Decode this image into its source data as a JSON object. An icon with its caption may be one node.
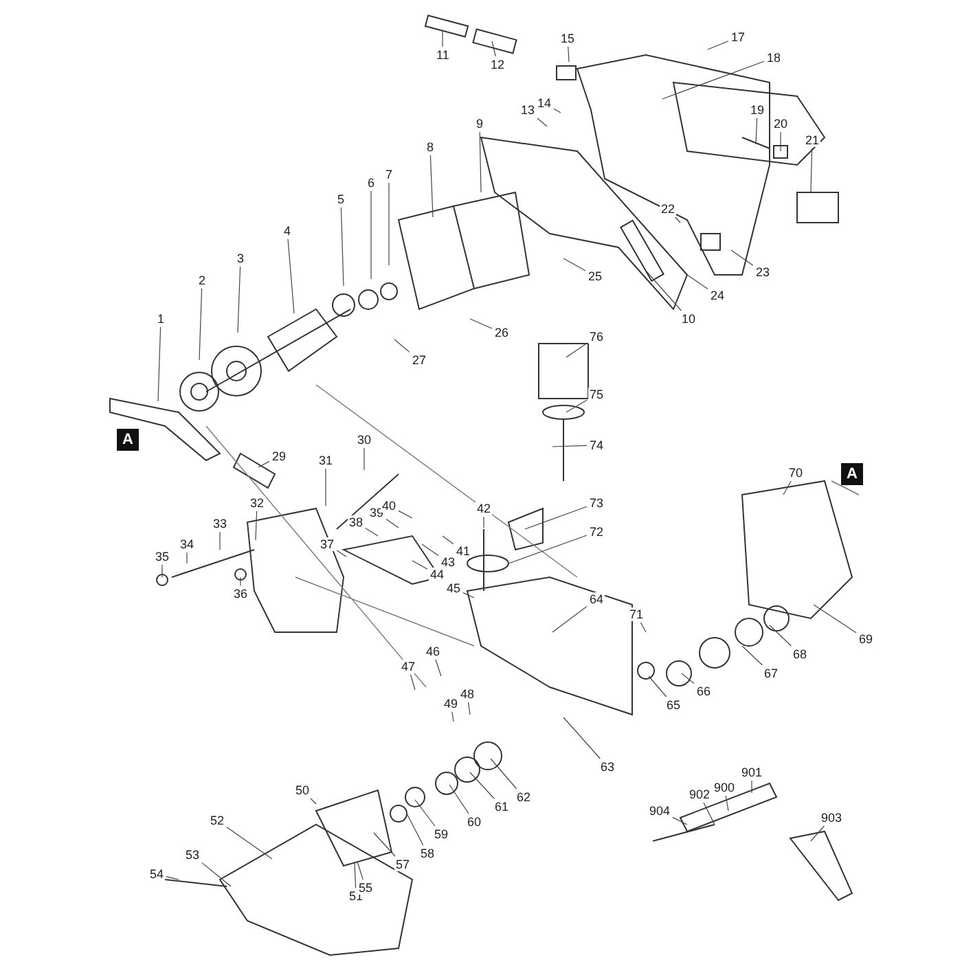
{
  "diagram": {
    "nodes": [
      {
        "text": [
          "1"
        ]
      },
      {
        "text": [
          "2"
        ]
      },
      {
        "text": [
          "3"
        ]
      },
      {
        "text": [
          "4"
        ]
      },
      {
        "text": [
          "5"
        ]
      },
      {
        "text": [
          "6"
        ]
      },
      {
        "text": [
          "7"
        ]
      },
      {
        "text": [
          "8"
        ]
      },
      {
        "text": [
          "9"
        ]
      },
      {
        "text": [
          "10"
        ]
      },
      {
        "text": [
          "11"
        ]
      },
      {
        "text": [
          "12"
        ]
      },
      {
        "text": [
          "13"
        ]
      },
      {
        "text": [
          "14"
        ]
      },
      {
        "text": [
          "15"
        ]
      },
      {
        "text": [
          "17"
        ]
      },
      {
        "text": [
          "18"
        ]
      },
      {
        "text": [
          "19"
        ]
      },
      {
        "text": [
          "20"
        ]
      },
      {
        "text": [
          "21"
        ]
      },
      {
        "text": [
          "22"
        ]
      },
      {
        "text": [
          "23"
        ]
      },
      {
        "text": [
          "24"
        ]
      },
      {
        "text": [
          "25"
        ]
      },
      {
        "text": [
          "26"
        ]
      },
      {
        "text": [
          "27"
        ]
      },
      {
        "text": [
          "29"
        ]
      },
      {
        "text": [
          "30"
        ]
      },
      {
        "text": [
          "31"
        ]
      },
      {
        "text": [
          "32"
        ]
      },
      {
        "text": [
          "33"
        ]
      },
      {
        "text": [
          "34"
        ]
      },
      {
        "text": [
          "35"
        ]
      },
      {
        "text": [
          "36"
        ]
      },
      {
        "text": [
          "37"
        ]
      },
      {
        "text": [
          "38"
        ]
      },
      {
        "text": [
          "39"
        ]
      },
      {
        "text": [
          "40"
        ]
      },
      {
        "text": [
          "41"
        ]
      },
      {
        "text": [
          "42"
        ]
      },
      {
        "text": [
          "43"
        ]
      },
      {
        "text": [
          "44"
        ]
      },
      {
        "text": [
          "45"
        ]
      },
      {
        "text": [
          "46"
        ]
      },
      {
        "text": [
          "47"
        ]
      },
      {
        "text": [
          "48"
        ]
      },
      {
        "text": [
          "49"
        ]
      },
      {
        "text": [
          "50"
        ]
      },
      {
        "text": [
          "51"
        ]
      },
      {
        "text": [
          "52"
        ]
      },
      {
        "text": [
          "53"
        ]
      },
      {
        "text": [
          "54"
        ]
      },
      {
        "text": [
          "55"
        ]
      },
      {
        "text": [
          "57"
        ]
      },
      {
        "text": [
          "58"
        ]
      },
      {
        "text": [
          "59"
        ]
      },
      {
        "text": [
          "60"
        ]
      },
      {
        "text": [
          "61"
        ]
      },
      {
        "text": [
          "62"
        ]
      },
      {
        "text": [
          "63"
        ]
      },
      {
        "text": [
          "64"
        ]
      },
      {
        "text": [
          "65"
        ]
      },
      {
        "text": [
          "66"
        ]
      },
      {
        "text": [
          "67"
        ]
      },
      {
        "text": [
          "68"
        ]
      },
      {
        "text": [
          "69"
        ]
      },
      {
        "text": [
          "70"
        ]
      },
      {
        "text": [
          "71"
        ]
      },
      {
        "text": [
          "72"
        ]
      },
      {
        "text": [
          "73"
        ]
      },
      {
        "text": [
          "74"
        ]
      },
      {
        "text": [
          "75"
        ]
      },
      {
        "text": [
          "76"
        ]
      },
      {
        "text": [
          "900"
        ]
      },
      {
        "text": [
          "901"
        ]
      },
      {
        "text": [
          "902"
        ]
      },
      {
        "text": [
          "903"
        ]
      },
      {
        "text": [
          "904"
        ]
      },
      {
        "text": [
          "A"
        ]
      },
      {
        "text": [
          "A"
        ]
      }
    ],
    "edges": [
      {
        "from": 0,
        "to": null,
        "arrow": "none"
      },
      {
        "from": 1,
        "to": null,
        "arrow": "none"
      },
      {
        "from": 2,
        "to": null,
        "arrow": "none"
      },
      {
        "from": 3,
        "to": null,
        "arrow": "none"
      },
      {
        "from": 4,
        "to": null,
        "arrow": "none"
      },
      {
        "from": 5,
        "to": null,
        "arrow": "none"
      },
      {
        "from": 6,
        "to": null,
        "arrow": "none"
      },
      {
        "from": 7,
        "to": null,
        "arrow": "none"
      },
      {
        "from": 8,
        "to": null,
        "arrow": "none"
      },
      {
        "from": 9,
        "to": null,
        "arrow": "none"
      },
      {
        "from": 10,
        "to": null,
        "arrow": "none"
      },
      {
        "from": 11,
        "to": null,
        "arrow": "none"
      },
      {
        "from": 12,
        "to": null,
        "arrow": "none"
      },
      {
        "from": 13,
        "to": null,
        "arrow": "none"
      },
      {
        "from": 14,
        "to": null,
        "arrow": "none"
      },
      {
        "from": 15,
        "to": null,
        "arrow": "none"
      },
      {
        "from": 16,
        "to": null,
        "arrow": "none"
      },
      {
        "from": 17,
        "to": null,
        "arrow": "none"
      },
      {
        "from": 18,
        "to": null,
        "arrow": "none"
      },
      {
        "from": 19,
        "to": null,
        "arrow": "none"
      },
      {
        "from": 20,
        "to": null,
        "arrow": "none"
      },
      {
        "from": 21,
        "to": null,
        "arrow": "none"
      },
      {
        "from": 22,
        "to": null,
        "arrow": "none"
      },
      {
        "from": 23,
        "to": null,
        "arrow": "none"
      },
      {
        "from": 24,
        "to": null,
        "arrow": "none"
      },
      {
        "from": 25,
        "to": null,
        "arrow": "none"
      },
      {
        "from": 26,
        "to": null,
        "arrow": "none"
      },
      {
        "from": 27,
        "to": null,
        "arrow": "none"
      },
      {
        "from": 28,
        "to": null,
        "arrow": "none"
      },
      {
        "from": 29,
        "to": null,
        "arrow": "none"
      },
      {
        "from": 30,
        "to": null,
        "arrow": "none"
      },
      {
        "from": 31,
        "to": null,
        "arrow": "none"
      },
      {
        "from": 32,
        "to": null,
        "arrow": "none"
      },
      {
        "from": 33,
        "to": null,
        "arrow": "none"
      },
      {
        "from": 34,
        "to": null,
        "arrow": "none"
      },
      {
        "from": 35,
        "to": null,
        "arrow": "none"
      },
      {
        "from": 36,
        "to": null,
        "arrow": "none"
      },
      {
        "from": 37,
        "to": null,
        "arrow": "none"
      },
      {
        "from": 38,
        "to": null,
        "arrow": "none"
      },
      {
        "from": 39,
        "to": null,
        "arrow": "none"
      },
      {
        "from": 40,
        "to": null,
        "arrow": "none"
      },
      {
        "from": 41,
        "to": null,
        "arrow": "none"
      },
      {
        "from": 42,
        "to": null,
        "arrow": "none"
      },
      {
        "from": 43,
        "to": null,
        "arrow": "none"
      },
      {
        "from": 44,
        "to": null,
        "arrow": "none"
      },
      {
        "from": 45,
        "to": null,
        "arrow": "none"
      },
      {
        "from": 46,
        "to": null,
        "arrow": "none"
      },
      {
        "from": 47,
        "to": null,
        "arrow": "none"
      },
      {
        "from": 48,
        "to": null,
        "arrow": "none"
      },
      {
        "from": 49,
        "to": null,
        "arrow": "none"
      },
      {
        "from": 50,
        "to": null,
        "arrow": "none"
      },
      {
        "from": 51,
        "to": null,
        "arrow": "none"
      },
      {
        "from": 52,
        "to": null,
        "arrow": "none"
      },
      {
        "from": 53,
        "to": null,
        "arrow": "none"
      },
      {
        "from": 54,
        "to": null,
        "arrow": "none"
      },
      {
        "from": 55,
        "to": null,
        "arrow": "none"
      },
      {
        "from": 56,
        "to": null,
        "arrow": "none"
      },
      {
        "from": 57,
        "to": null,
        "arrow": "none"
      },
      {
        "from": 58,
        "to": null,
        "arrow": "none"
      },
      {
        "from": 59,
        "to": null,
        "arrow": "none"
      },
      {
        "from": 60,
        "to": null,
        "arrow": "none"
      },
      {
        "from": 61,
        "to": null,
        "arrow": "none"
      },
      {
        "from": 62,
        "to": null,
        "arrow": "none"
      },
      {
        "from": 63,
        "to": null,
        "arrow": "none"
      },
      {
        "from": 64,
        "to": null,
        "arrow": "none"
      },
      {
        "from": 65,
        "to": null,
        "arrow": "none"
      },
      {
        "from": 66,
        "to": null,
        "arrow": "none"
      },
      {
        "from": 67,
        "to": null,
        "arrow": "none"
      },
      {
        "from": 68,
        "to": null,
        "arrow": "none"
      },
      {
        "from": 69,
        "to": null,
        "arrow": "none"
      },
      {
        "from": 70,
        "to": null,
        "arrow": "none"
      },
      {
        "from": 71,
        "to": null,
        "arrow": "none"
      },
      {
        "from": 72,
        "to": null,
        "arrow": "none"
      },
      {
        "from": 73,
        "to": null,
        "arrow": "none"
      },
      {
        "from": 74,
        "to": null,
        "arrow": "none"
      },
      {
        "from": 75,
        "to": null,
        "arrow": "none"
      },
      {
        "from": 76,
        "to": null,
        "arrow": "none"
      },
      {
        "from": 77,
        "to": null,
        "arrow": "none"
      }
    ]
  }
}
